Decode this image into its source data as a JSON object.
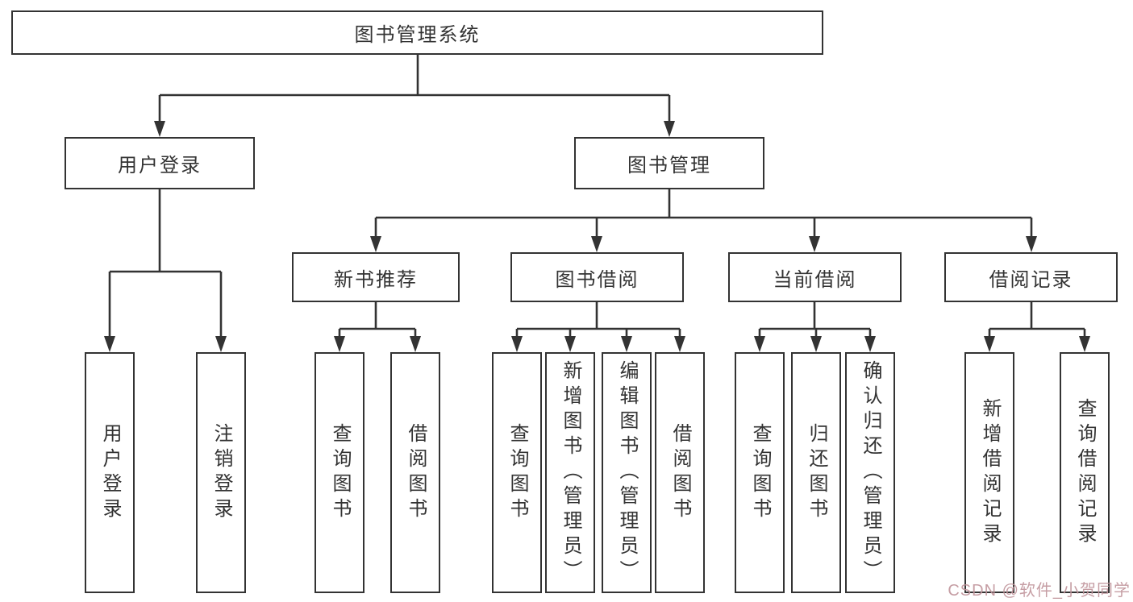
{
  "tree": {
    "label": "图书管理系统",
    "children": [
      {
        "label": "用户登录",
        "children": [
          {
            "label": "用户登录"
          },
          {
            "label": "注销登录"
          }
        ]
      },
      {
        "label": "图书管理",
        "children": [
          {
            "label": "新书推荐",
            "children": [
              {
                "label": "查询图书"
              },
              {
                "label": "借阅图书"
              }
            ]
          },
          {
            "label": "图书借阅",
            "children": [
              {
                "label": "查询图书"
              },
              {
                "label": "新增图书（管理员）"
              },
              {
                "label": "编辑图书（管理员）"
              },
              {
                "label": "借阅图书"
              }
            ]
          },
          {
            "label": "当前借阅",
            "children": [
              {
                "label": "查询图书"
              },
              {
                "label": "归还图书"
              },
              {
                "label": "确认归还（管理员）"
              }
            ]
          },
          {
            "label": "借阅记录",
            "children": [
              {
                "label": "新增借阅记录"
              },
              {
                "label": "查询借阅记录"
              }
            ]
          }
        ]
      }
    ]
  },
  "watermark": {
    "text": "CSDN @软件_小贺同学",
    "color": "#c0949b"
  },
  "colors": {
    "line": "#333333",
    "box_border": "#333333",
    "text": "#333333",
    "background": "#ffffff"
  }
}
